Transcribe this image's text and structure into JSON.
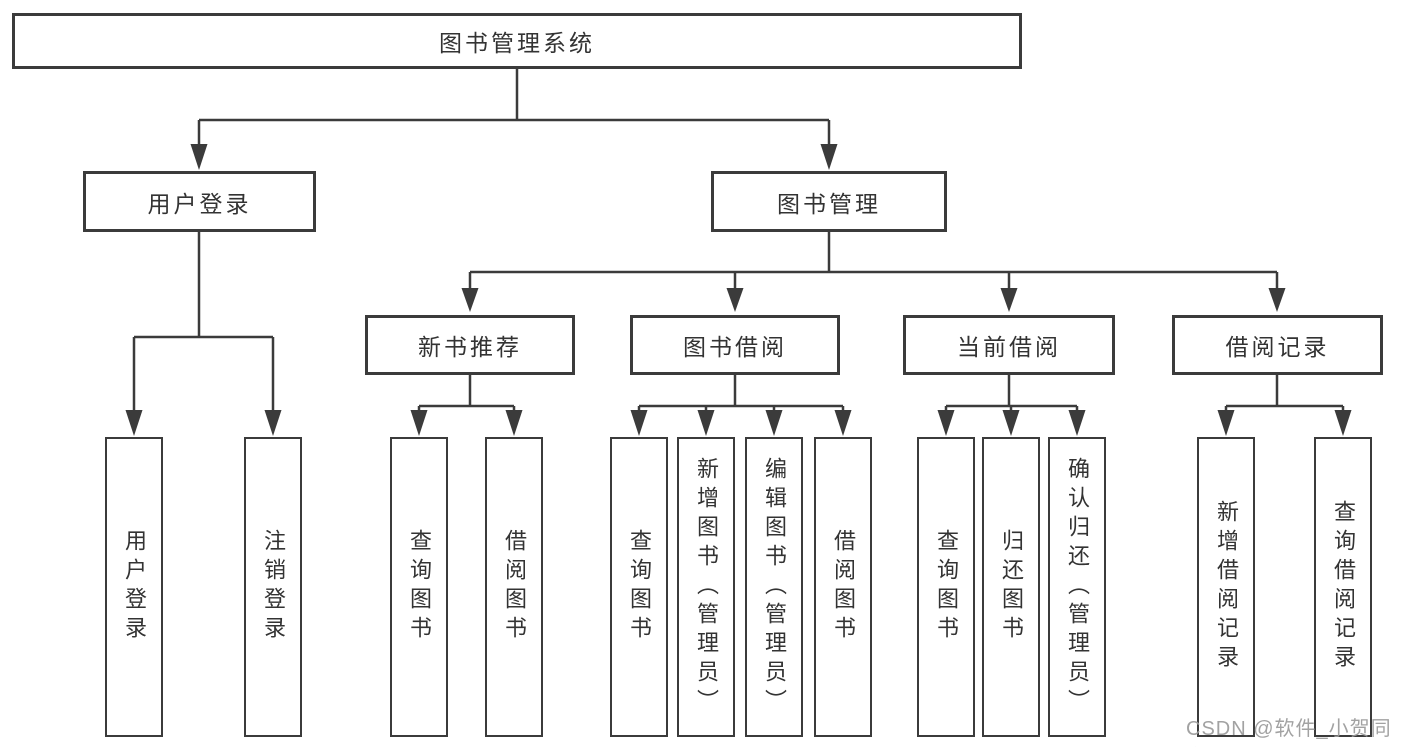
{
  "diagram": {
    "root": "图书管理系统",
    "user_branch": {
      "label": "用户登录",
      "children": [
        "用户登录",
        "注销登录"
      ]
    },
    "mgmt_branch": {
      "label": "图书管理",
      "groups": [
        {
          "label": "新书推荐",
          "children": [
            "查询图书",
            "借阅图书"
          ]
        },
        {
          "label": "图书借阅",
          "children": [
            "查询图书",
            "新增图书（管理员）",
            "编辑图书（管理员）",
            "借阅图书"
          ]
        },
        {
          "label": "当前借阅",
          "children": [
            "查询图书",
            "归还图书",
            "确认归还（管理员）"
          ]
        },
        {
          "label": "借阅记录",
          "children": [
            "新增借阅记录",
            "查询借阅记录"
          ]
        }
      ]
    }
  },
  "watermark": "CSDN @软件_小贺同学",
  "colors": {
    "line": "#3b3b3b",
    "border": "#3b3b3b",
    "text": "#333333",
    "watermark": "#9b9b9b",
    "background": "#ffffff"
  }
}
